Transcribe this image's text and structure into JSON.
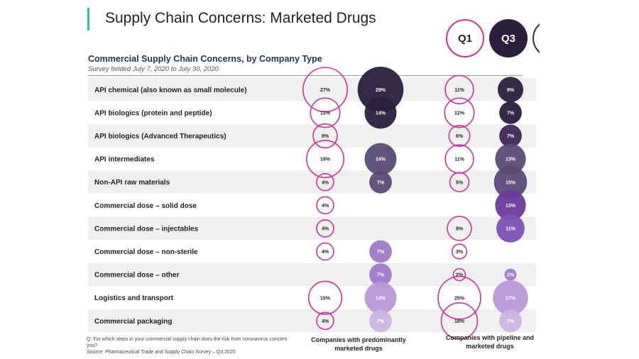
{
  "page": {
    "title": "Supply Chain Concerns: Marketed Drugs",
    "badges": {
      "q1": "Q1",
      "q3": "Q3"
    }
  },
  "chart_data": {
    "type": "bubble-table",
    "title": "Commercial Supply Chain Concerns, by Company Type",
    "subtitle": "Survey fielded July 7, 2020 to July 30, 2020",
    "rows": [
      "API chemical (also known as small molecule)",
      "API biologics (protein and peptide)",
      "API biologics (Advanced Therapeutics)",
      "API intermediates",
      "Non-API raw materials",
      "Commercial dose – solid dose",
      "Commercial dose – injectables",
      "Commercial dose – non-sterile",
      "Commercial dose – other",
      "Logistics and transport",
      "Commercial packaging"
    ],
    "groups": [
      {
        "name": "Companies with predominantly marketed drugs",
        "q1": [
          27,
          12,
          8,
          19,
          4,
          4,
          4,
          4,
          null,
          15,
          4
        ],
        "q3": [
          29,
          14,
          null,
          14,
          7,
          null,
          null,
          7,
          7,
          14,
          7
        ]
      },
      {
        "name": "Companies with pipeline and marketed drugs",
        "q1": [
          11,
          12,
          6,
          11,
          5,
          null,
          8,
          3,
          2,
          25,
          18
        ],
        "q3": [
          9,
          7,
          7,
          13,
          15,
          13,
          11,
          null,
          2,
          17,
          7
        ]
      }
    ],
    "unit": "%",
    "colors": {
      "q1_outline": "#cc3399",
      "q3_fills": [
        "#2a1f3d",
        "#3d2659",
        "#5a4a78",
        "#6a3a9a",
        "#8050b5",
        "#a07ac8",
        "#b898d8",
        "#cbb3e2"
      ],
      "band": "#f0f0f0",
      "text_dark": "#222222"
    }
  },
  "footnote": {
    "question": "Q: For which steps in your commercial supply chain does the risk from coronavirus concern you?",
    "source": "Source: Pharmaceutical Trade and Supply Chain Survey – Q3 2020"
  }
}
